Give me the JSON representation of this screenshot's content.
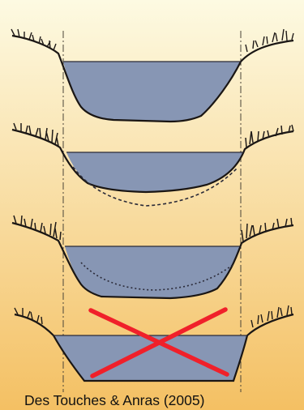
{
  "credit": "Des Touches & Anras (2005)",
  "colors": {
    "background_top": "#fdfae2",
    "background_bottom": "#f4c063",
    "water": "#8796b4",
    "bank_line": "#1a1614",
    "vegetation": "#1f1a18",
    "cross": "#f0202a",
    "guide_line": "#4a4438"
  },
  "panels": [
    {
      "stage": 1,
      "former_bed_dashed": false,
      "crossed_out": false
    },
    {
      "stage": 2,
      "former_bed_dashed": true,
      "crossed_out": false
    },
    {
      "stage": 3,
      "former_bed_dashed": true,
      "crossed_out": false
    },
    {
      "stage": 4,
      "former_bed_dashed": false,
      "crossed_out": true
    }
  ]
}
